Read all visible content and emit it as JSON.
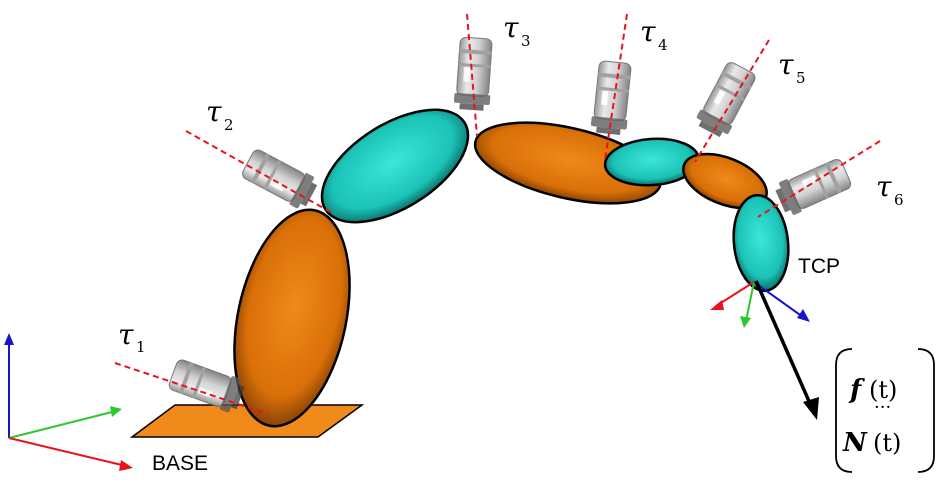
{
  "labels": {
    "base": "BASE",
    "tcp": "TCP",
    "torque_symbol": "τ",
    "joints": [
      "1",
      "2",
      "3",
      "4",
      "5",
      "6"
    ]
  },
  "wrench_vector": {
    "force_symbol": "f",
    "force_arg": "(t)",
    "dots": "···",
    "moment_symbol": "N",
    "moment_arg": "(t)"
  },
  "colors": {
    "link_orange": "#e07a10",
    "link_teal": "#1fd3c6",
    "base_plate": "#f08a1a",
    "axis_x": "#e8141c",
    "axis_y": "#2ec82e",
    "axis_z": "#1616c8",
    "joint_axis": "#e8141c",
    "motor_grey": "#bdbdbd"
  },
  "icons": {
    "motor": "servo-motor-icon",
    "frame": "coordinate-frame-icon"
  }
}
